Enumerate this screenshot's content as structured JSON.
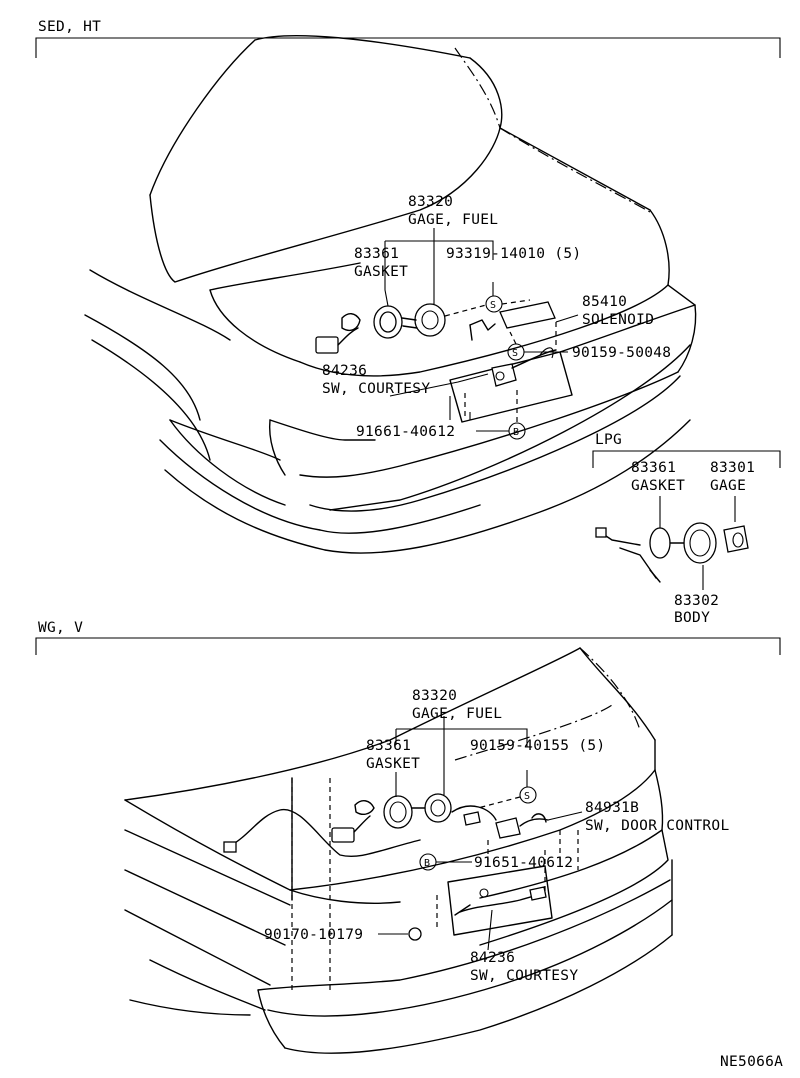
{
  "sections": {
    "sed_ht": "SED, HT",
    "lpg": "LPG",
    "wg_v": "WG, V"
  },
  "top": {
    "gage_fuel_no": "83320",
    "gage_fuel_name": "GAGE, FUEL",
    "gasket_no": "83361",
    "gasket_name": "GASKET",
    "screw_no": "93319-14010 (5)",
    "solenoid_no": "85410",
    "solenoid_name": "SOLENOID",
    "nut_no": "90159-50048",
    "courtesy_no": "84236",
    "courtesy_name": "SW, COURTESY",
    "bolt_no": "91661-40612",
    "marker_s": "S",
    "marker_b": "B"
  },
  "lpg": {
    "gasket_no": "83361",
    "gasket_name": "GASKET",
    "gage_no": "83301",
    "gage_name": "GAGE",
    "body_no": "83302",
    "body_name": "BODY"
  },
  "bottom": {
    "gage_fuel_no": "83320",
    "gage_fuel_name": "GAGE, FUEL",
    "gasket_no": "83361",
    "gasket_name": "GASKET",
    "screw_no": "90159-40155 (5)",
    "door_control_no": "84931B",
    "door_control_name": "SW, DOOR CONTROL",
    "bolt_no": "91651-40612",
    "clip_no": "90170-10179",
    "courtesy_no": "84236",
    "courtesy_name": "SW, COURTESY",
    "marker_s": "S",
    "marker_b": "B"
  },
  "figure_code": "NE5066A"
}
